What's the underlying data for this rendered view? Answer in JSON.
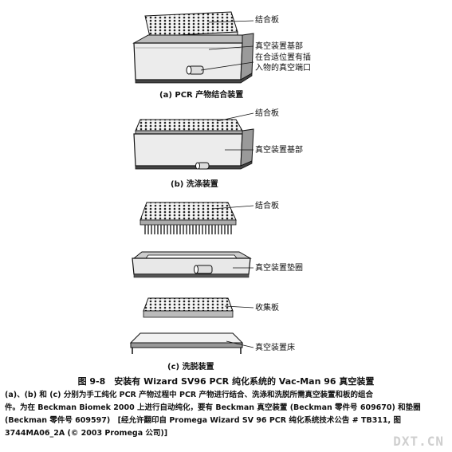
{
  "figure": {
    "a": {
      "labels": [
        "结合板",
        "真空装置基部",
        "在合适位置有插",
        "入物的真空端口"
      ],
      "caption": "(a) PCR 产物结合装置"
    },
    "b": {
      "labels": [
        "结合板",
        "真空装置基部"
      ],
      "caption": "(b) 洗涤装置"
    },
    "c": {
      "labels": [
        "结合板",
        "真空装置垫圈",
        "收集板",
        "真空装置床"
      ],
      "caption": "(c) 洗脱装置"
    },
    "title": "图 9-8　安装有 Wizard SV96 PCR 纯化系统的 Vac-Man 96 真空装置",
    "description": [
      "(a)、(b) 和 (c) 分别为手工纯化 PCR 产物过程中 PCR 产物进行结合、洗涤和洗脱所需真空装置和板的组合",
      "件。为在 Beckman Biomek 2000 上进行自动纯化，要有 Beckman 真空装置 (Beckman 零件号 609670) 和垫圈",
      "(Beckman 零件号 609597)　[经允许翻印自 Promega Wizard SV 96 PCR 纯化系统技术公告 # TB311, 图",
      "3744MA06_2A (© 2003 Promega 公司)]"
    ],
    "watermark": "DXT.CN"
  }
}
